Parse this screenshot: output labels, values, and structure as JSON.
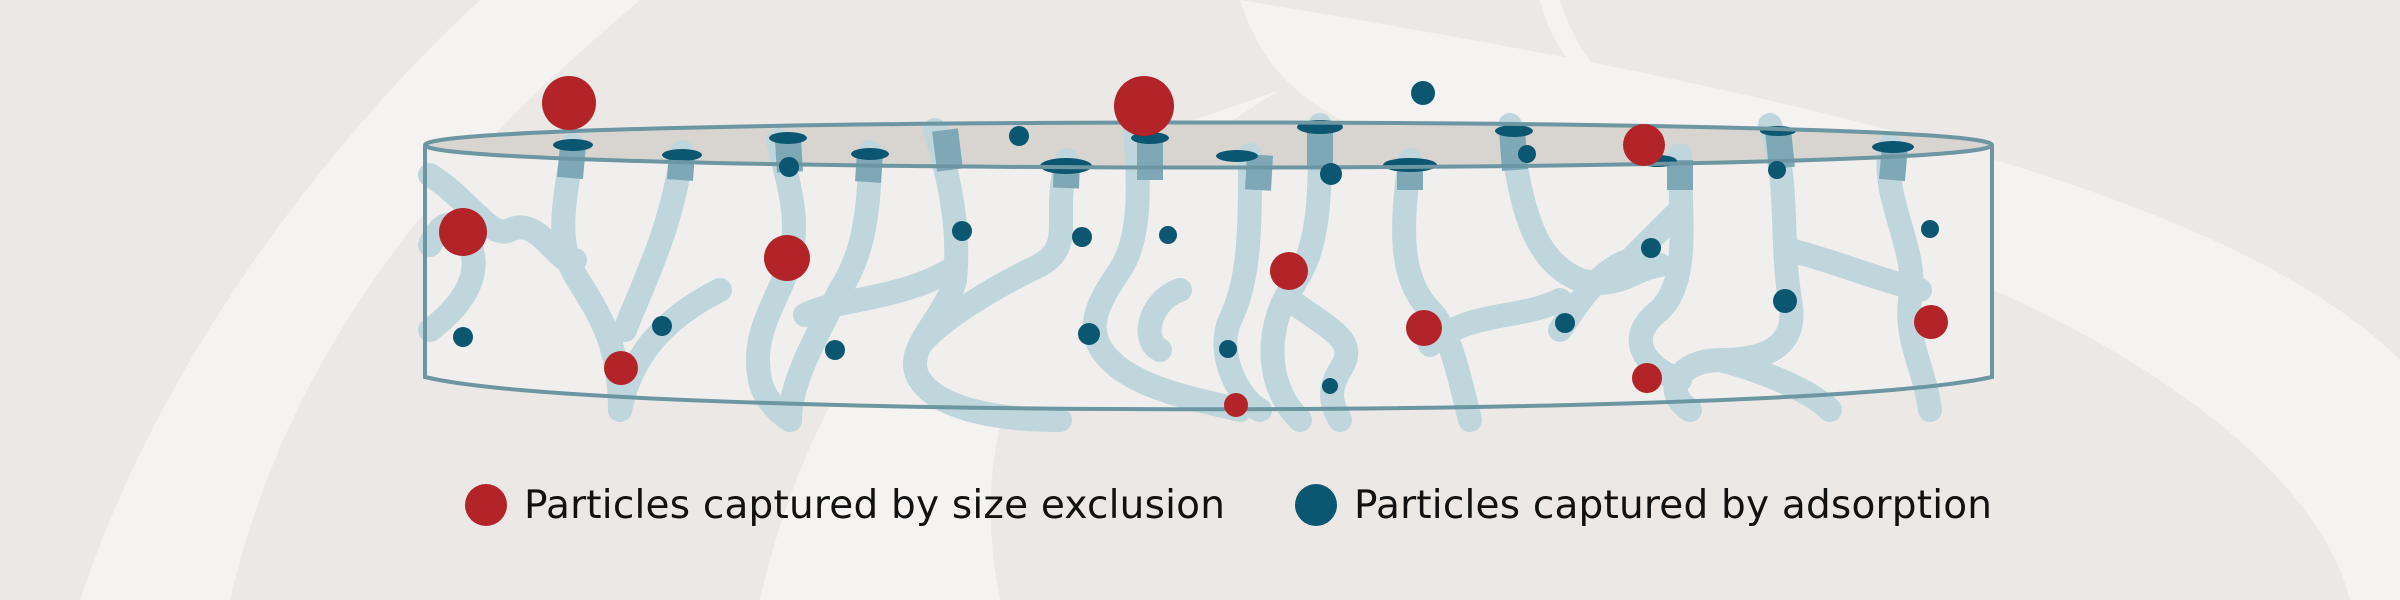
{
  "colors": {
    "background": "#ebe8e6",
    "background_swirl": "#f4f3f2",
    "membrane_outline": "#6b96a2",
    "membrane_top": "#d8d5d0",
    "pore_channel": "#bfd6dd",
    "pore_channel_upper": "#7ea8b6",
    "pore_opening": "#0b5670",
    "size_exclusion_particle": "#b22428",
    "adsorption_particle": "#0b5670"
  },
  "legend": {
    "size_exclusion_label": "Particles captured by size exclusion",
    "adsorption_label": "Particles captured by adsorption"
  },
  "icons": {
    "size_exclusion_marker": "red-circle",
    "adsorption_marker": "teal-circle"
  }
}
